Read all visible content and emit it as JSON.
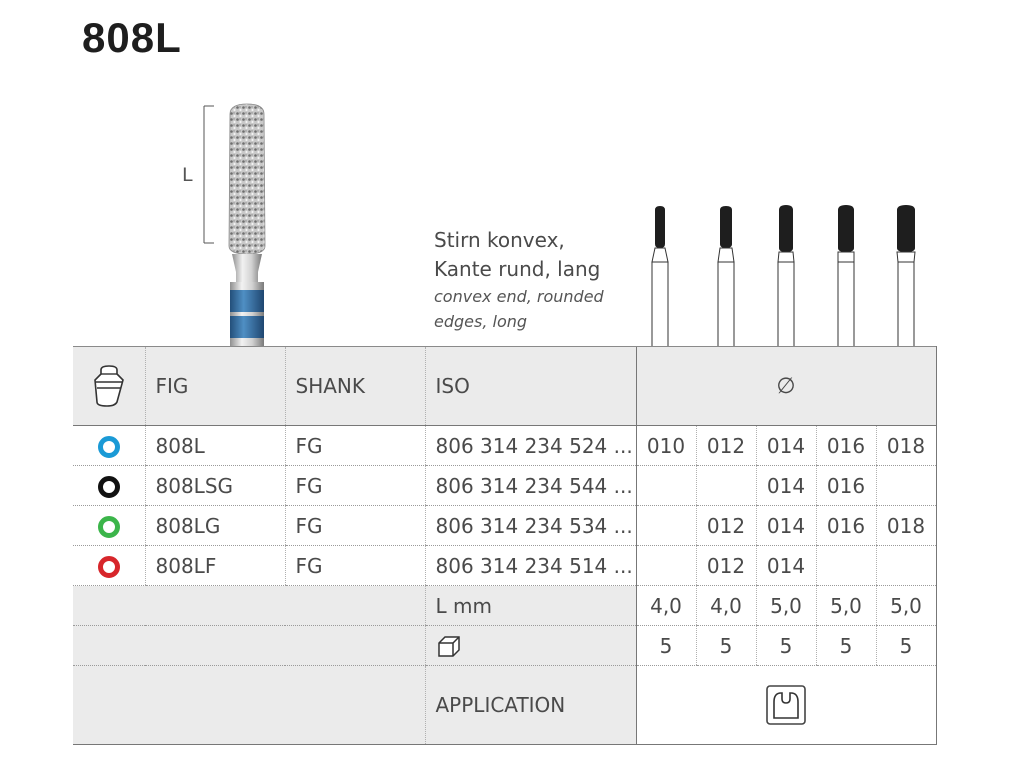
{
  "title": "808L",
  "length_marker": "L",
  "description": {
    "de_line1": "Stirn konvex,",
    "de_line2": "Kante rund, lang",
    "en_line1": "convex end, rounded",
    "en_line2": "edges, long"
  },
  "table": {
    "header": {
      "col_fig": "FIG",
      "col_shank": "SHANK",
      "col_iso": "ISO",
      "col_diameter": "∅"
    },
    "rows": [
      {
        "color": "#1a9ad6",
        "fig": "808L",
        "shank": "FG",
        "iso": "806 314 234 524 ...",
        "sizes": [
          "010",
          "012",
          "014",
          "016",
          "018"
        ]
      },
      {
        "color": "#111111",
        "fig": "808LSG",
        "shank": "FG",
        "iso": "806 314 234 544 ...",
        "sizes": [
          "",
          "",
          "014",
          "016",
          ""
        ]
      },
      {
        "color": "#3bb54a",
        "fig": "808LG",
        "shank": "FG",
        "iso": "806 314 234 534 ...",
        "sizes": [
          "",
          "012",
          "014",
          "016",
          "018"
        ]
      },
      {
        "color": "#d7262b",
        "fig": "808LF",
        "shank": "FG",
        "iso": "806 314 234 514 ...",
        "sizes": [
          "",
          "012",
          "014",
          "",
          ""
        ]
      }
    ],
    "length_row": {
      "label": "L mm",
      "values": [
        "4,0",
        "4,0",
        "5,0",
        "5,0",
        "5,0"
      ]
    },
    "package_row": {
      "values": [
        "5",
        "5",
        "5",
        "5",
        "5"
      ]
    },
    "application_row": {
      "label": "APPLICATION"
    }
  },
  "colors": {
    "shank_band": "#2f6fa6",
    "header_bg": "#ebebeb"
  }
}
